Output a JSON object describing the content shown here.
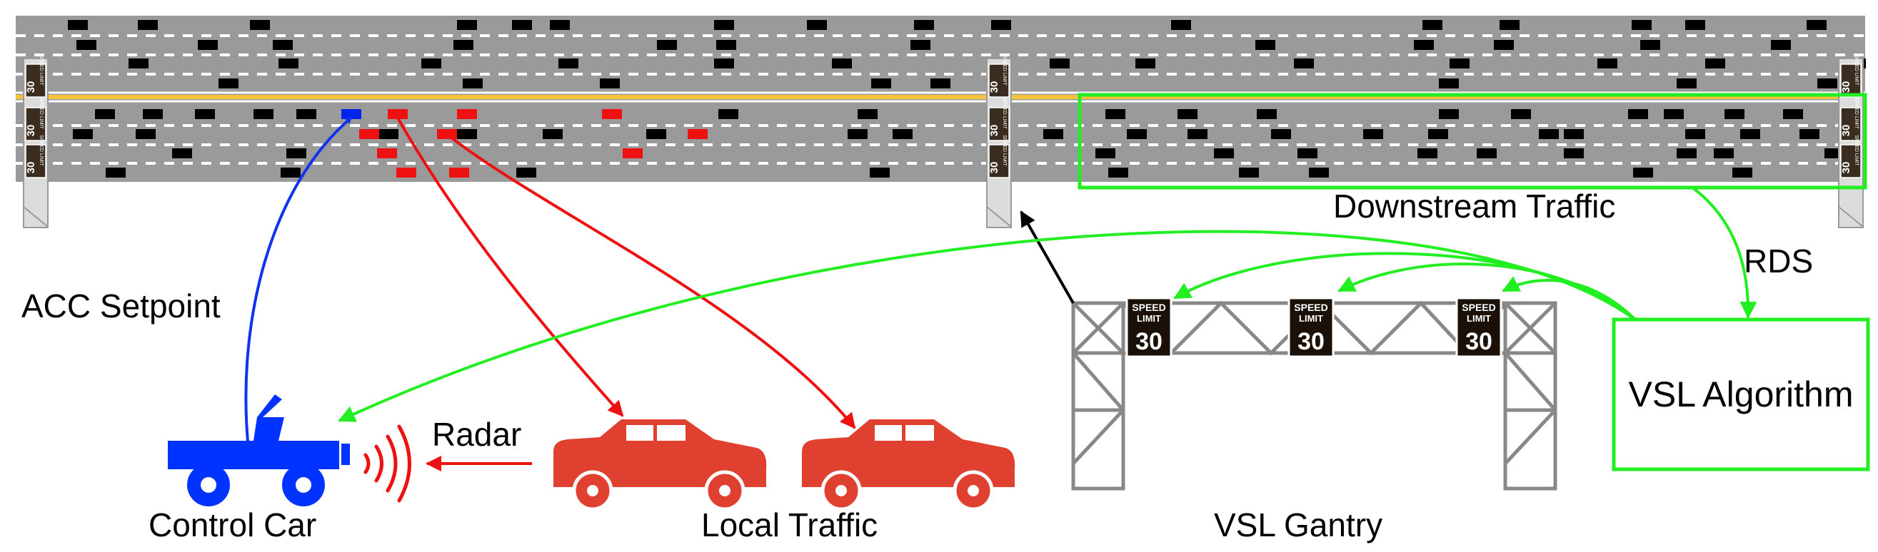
{
  "labels": {
    "acc_setpoint": "ACC Setpoint",
    "control_car": "Control Car",
    "radar": "Radar",
    "local_traffic": "Local Traffic",
    "vsl_gantry": "VSL Gantry",
    "downstream_traffic": "Downstream Traffic",
    "rds": "RDS",
    "vsl_algorithm": "VSL Algorithm"
  },
  "gantry_signs": [
    {
      "top": "SPEED",
      "middle": "LIMIT",
      "value": "30"
    },
    {
      "top": "SPEED",
      "middle": "LIMIT",
      "value": "30"
    },
    {
      "top": "SPEED",
      "middle": "LIMIT",
      "value": "30"
    }
  ],
  "road_sign_value": "30",
  "road_sign_caption": "SPEED LIMIT",
  "colors": {
    "road": "#9a9a9a",
    "lane_marking": "#ffffff",
    "median": "#f4c43c",
    "traffic_vehicle": "#000000",
    "local_vehicle": "#ee1111",
    "control_vehicle": "#0022ee",
    "control_arrow": "#1133ee",
    "local_arrow": "#ee1111",
    "vsl_arrow": "#22ee22",
    "gantry_arrow": "#000000",
    "car_icon_red": "#e04030",
    "control_car_icon": "#0033ff",
    "gantry_steel": "#888888"
  }
}
